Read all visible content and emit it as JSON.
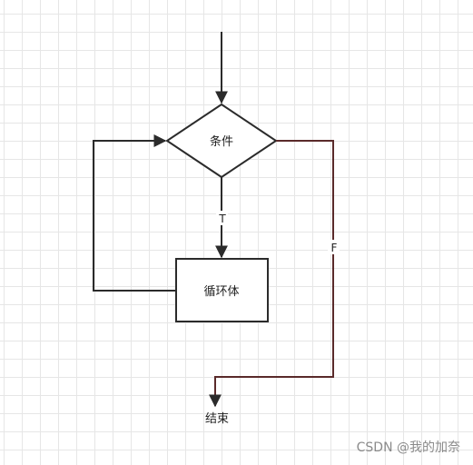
{
  "diagram": {
    "decision_label": "条件",
    "process_label": "循环体",
    "end_label": "结束",
    "true_label": "T",
    "false_label": "F"
  },
  "colors": {
    "stroke": "#2b2b2b",
    "false_path": "#5a2a2a",
    "grid": "#e6e6e6",
    "watermark": "#8a8a8a"
  },
  "watermark": "CSDN @我的加奈"
}
